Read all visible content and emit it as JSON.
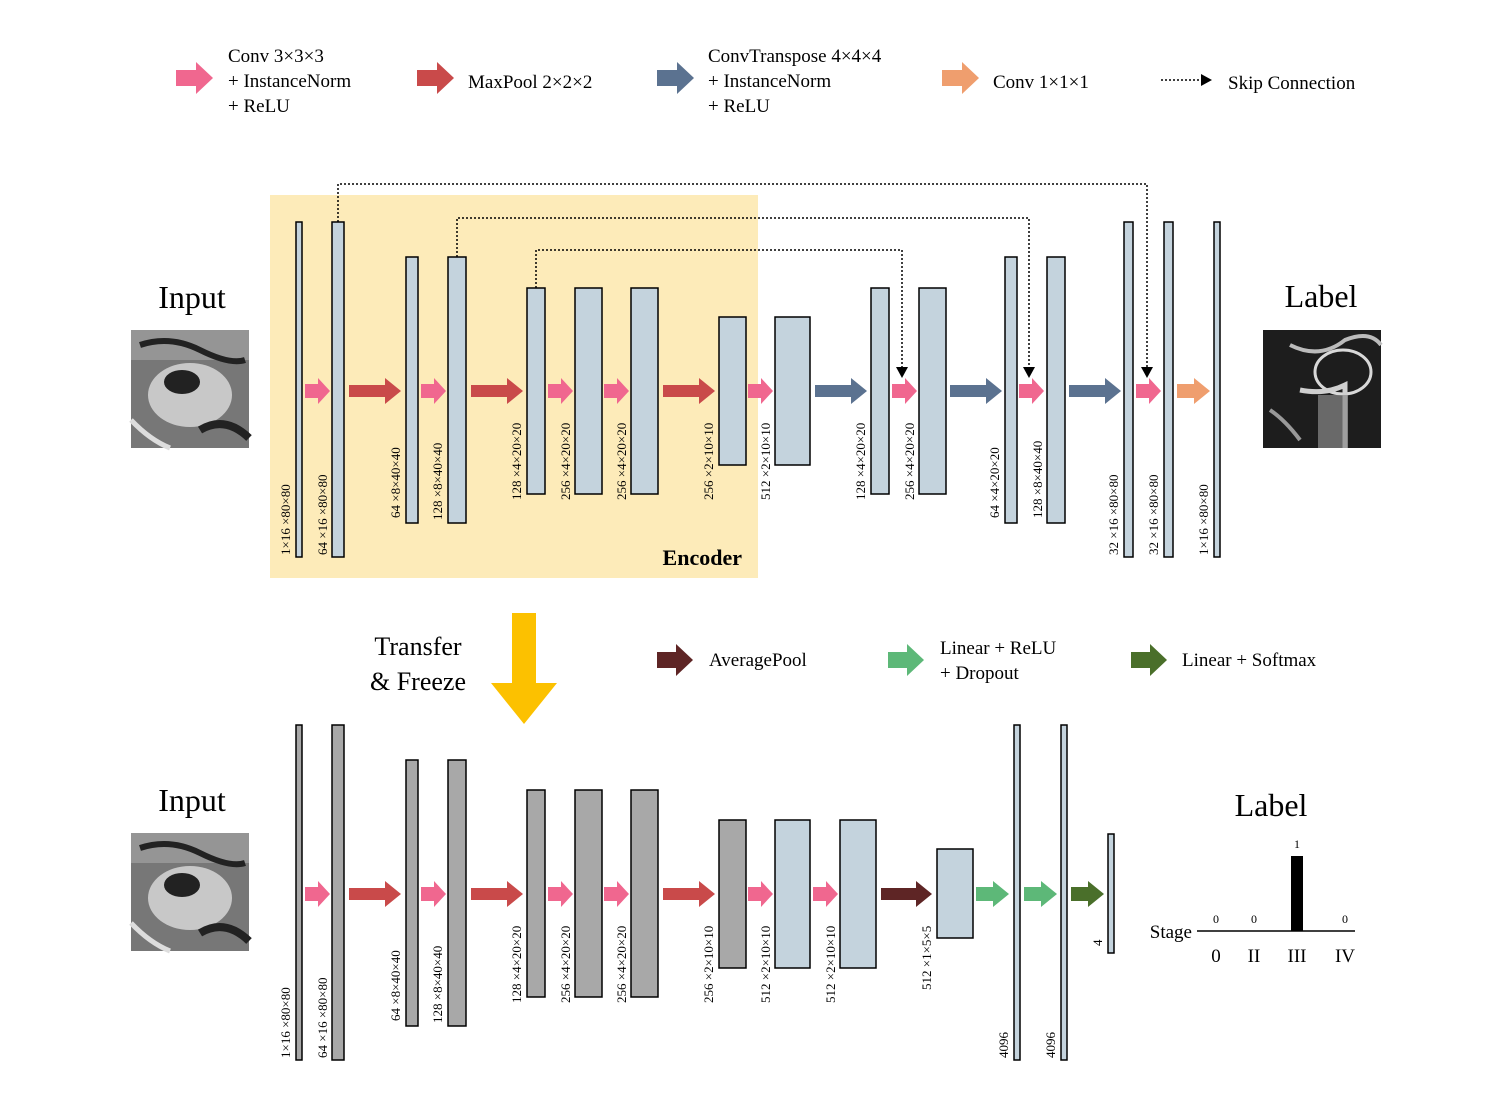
{
  "legend_top": {
    "conv": {
      "lines": [
        "Conv 3×3×3",
        "+ InstanceNorm",
        "+ ReLU"
      ],
      "color": "#f0678f"
    },
    "maxpool": {
      "label": "MaxPool 2×2×2",
      "color": "#c94a4a"
    },
    "convtranspose": {
      "lines": [
        "ConvTranspose 4×4×4",
        "+ InstanceNorm",
        "+ ReLU"
      ],
      "color": "#5b7290"
    },
    "conv1": {
      "label": "Conv 1×1×1",
      "color": "#ef9e6e"
    },
    "skip": {
      "label": "Skip Connection"
    }
  },
  "legend_bottom": {
    "avgpool": {
      "label": "AveragePool",
      "color": "#5e2525"
    },
    "linear_relu": {
      "lines": [
        "Linear + ReLU",
        "+ Dropout"
      ],
      "color": "#5db878"
    },
    "linear_softmax": {
      "label": "Linear + Softmax",
      "color": "#4a6f2a"
    }
  },
  "colors": {
    "block_light": "#c4d3dd",
    "block_gray": "#a8a8a8",
    "encoder_bg": "#fdebb9",
    "transfer_arrow": "#fcc100"
  },
  "segmentation": {
    "input_label": "Input",
    "output_label": "Label",
    "encoder_label": "Encoder",
    "dims": [
      "1×16 ×80×80",
      "64 ×16 ×80×80",
      "64 ×8×40×40",
      "128 ×8×40×40",
      "128 ×4×20×20",
      "256 ×4×20×20",
      "256 ×4×20×20",
      "256 ×2×10×10",
      "512 ×2×10×10",
      "128 ×4×20×20",
      "256 ×4×20×20",
      "64 ×4×20×20",
      "128 ×8×40×40",
      "32 ×16 ×80×80",
      "32 ×16 ×80×80",
      "1×16 ×80×80"
    ]
  },
  "transfer": {
    "lines": [
      "Transfer",
      "& Freeze"
    ]
  },
  "classification": {
    "input_label": "Input",
    "output_label": "Label",
    "dims": [
      "1×16 ×80×80",
      "64 ×16 ×80×80",
      "64 ×8×40×40",
      "128 ×8×40×40",
      "128 ×4×20×20",
      "256 ×4×20×20",
      "256 ×4×20×20",
      "256 ×2×10×10",
      "512 ×2×10×10",
      "512 ×2×10×10",
      "512 ×1×5×5",
      "4096",
      "4096",
      "4"
    ]
  },
  "chart_data": {
    "type": "bar",
    "xlabel": "Stage",
    "categories": [
      "0",
      "II",
      "III",
      "IV"
    ],
    "values": [
      0,
      0,
      1,
      0
    ],
    "ylim": [
      0,
      1
    ]
  }
}
